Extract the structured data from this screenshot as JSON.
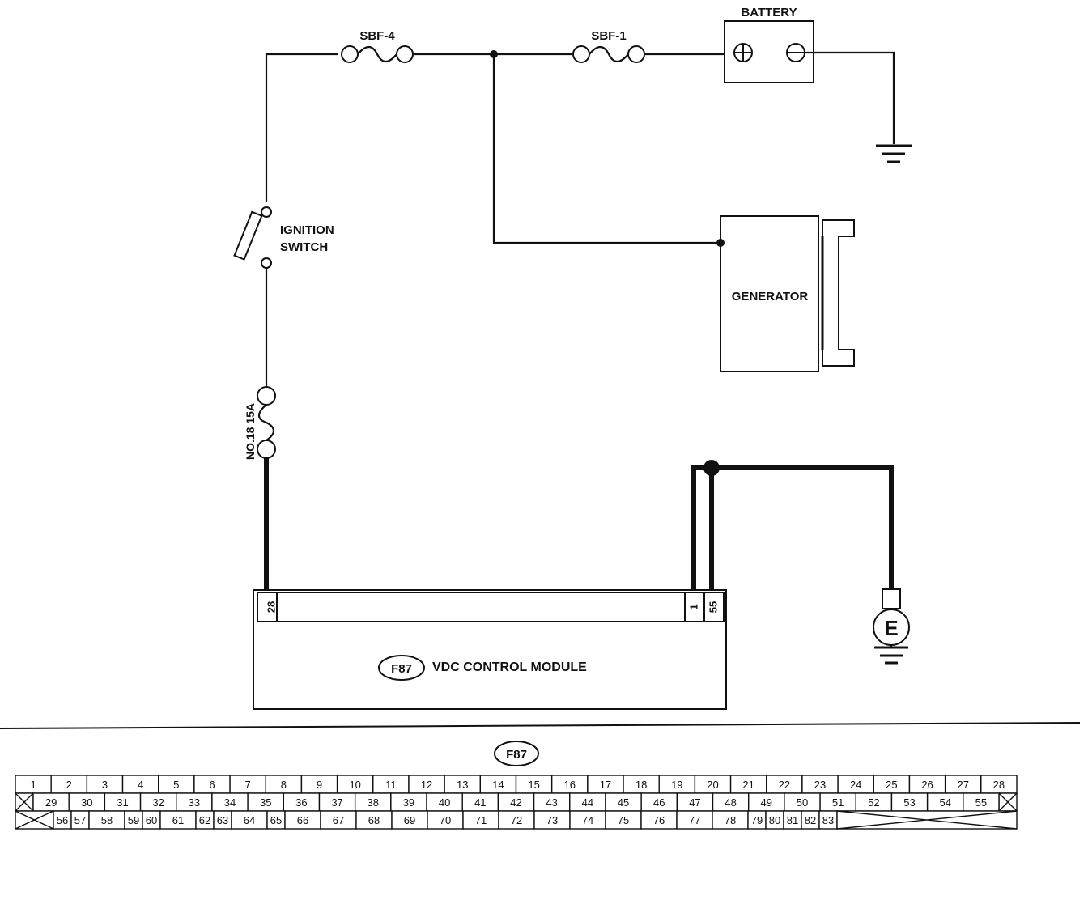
{
  "battery": {
    "label": "BATTERY"
  },
  "fuses": {
    "sbf4": "SBF-4",
    "sbf1": "SBF-1",
    "no18": "NO.18 15A"
  },
  "ignition": {
    "line1": "IGNITION",
    "line2": "SWITCH"
  },
  "generator": {
    "label": "GENERATOR"
  },
  "module": {
    "connector": "F87",
    "name": "VDC CONTROL MODULE",
    "pins": {
      "left": "28",
      "mid": "1",
      "right": "55"
    }
  },
  "ground_symbol": "E",
  "pinout": {
    "connector": "F87",
    "row1": [
      "1",
      "2",
      "3",
      "4",
      "5",
      "6",
      "7",
      "8",
      "9",
      "10",
      "11",
      "12",
      "13",
      "14",
      "15",
      "16",
      "17",
      "18",
      "19",
      "20",
      "21",
      "22",
      "23",
      "24",
      "25",
      "26",
      "27",
      "28"
    ],
    "row2": [
      "29",
      "30",
      "31",
      "32",
      "33",
      "34",
      "35",
      "36",
      "37",
      "38",
      "39",
      "40",
      "41",
      "42",
      "43",
      "44",
      "45",
      "46",
      "47",
      "48",
      "49",
      "50",
      "51",
      "52",
      "53",
      "54",
      "55"
    ],
    "row3": [
      "56",
      "57",
      "58",
      "59",
      "60",
      "61",
      "62",
      "63",
      "64",
      "65",
      "66",
      "67",
      "68",
      "69",
      "70",
      "71",
      "72",
      "73",
      "74",
      "75",
      "76",
      "77",
      "78",
      "79",
      "80",
      "81",
      "82",
      "83"
    ]
  }
}
